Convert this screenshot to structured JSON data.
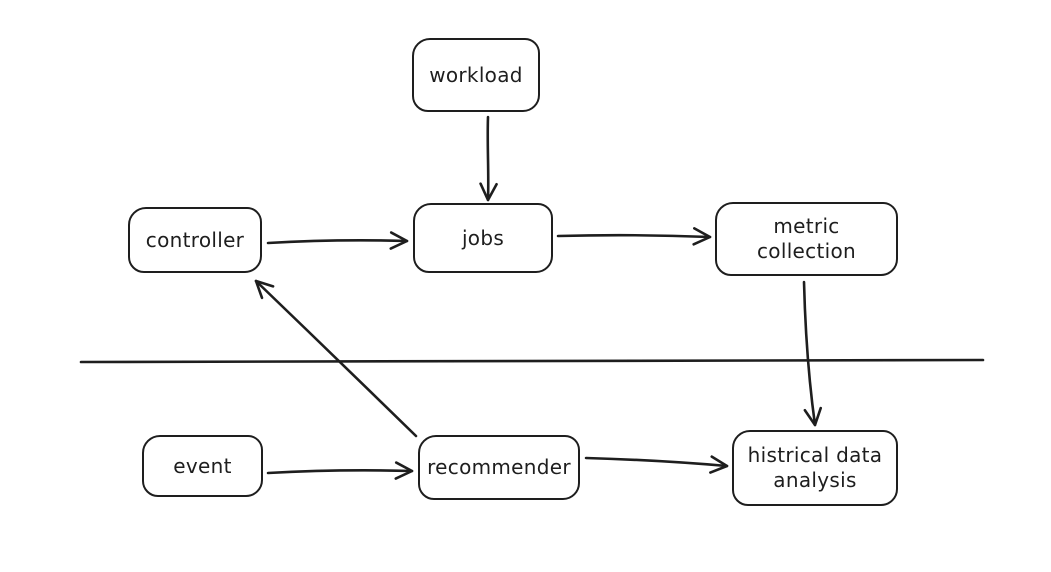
{
  "canvas": {
    "background_color": "#ffffff",
    "stroke_color": "#1e1e1e",
    "style": "hand-drawn diagram"
  },
  "nodes": [
    {
      "id": "workload",
      "label": "workload"
    },
    {
      "id": "controller",
      "label": "controller"
    },
    {
      "id": "jobs",
      "label": "jobs"
    },
    {
      "id": "metric-collection",
      "label": "metric\ncollection"
    },
    {
      "id": "event",
      "label": "event"
    },
    {
      "id": "recommender",
      "label": "recommender"
    },
    {
      "id": "histrical-data-analysis",
      "label": "histrical data\nanalysis"
    }
  ],
  "edges": [
    {
      "from": "workload",
      "to": "jobs",
      "type": "arrow"
    },
    {
      "from": "controller",
      "to": "jobs",
      "type": "arrow"
    },
    {
      "from": "jobs",
      "to": "metric-collection",
      "type": "arrow"
    },
    {
      "from": "metric-collection",
      "to": "histrical-data-analysis",
      "type": "arrow"
    },
    {
      "from": "event",
      "to": "recommender",
      "type": "arrow"
    },
    {
      "from": "recommender",
      "to": "histrical-data-analysis",
      "type": "arrow"
    },
    {
      "from": "recommender",
      "to": "controller",
      "type": "arrow"
    }
  ],
  "divider": {
    "type": "horizontal-line",
    "description": "separator line across the middle of the diagram"
  }
}
